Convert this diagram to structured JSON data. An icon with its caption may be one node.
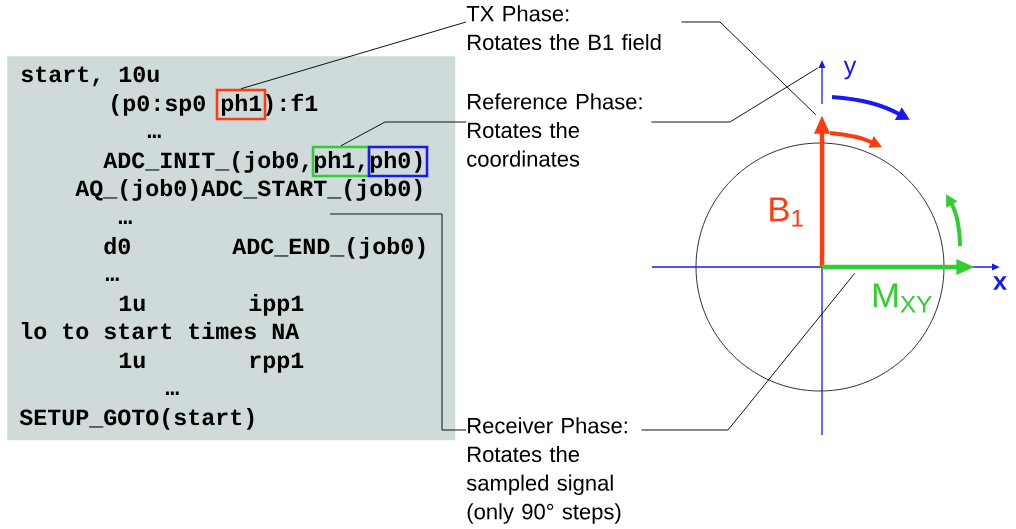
{
  "diagram": {
    "nodes": [
      {
        "text": [
          "start, 10u",
          "(p0:sp0 ph1):f1",
          "…",
          "ADC_INIT_(job0,ph1,ph0)",
          "AQ_(job0)ADC_START_(job0)",
          "…",
          "d0",
          "ADC_END_(job0)",
          "…",
          "1u",
          "ipp1",
          "lo to start times NA",
          "1u",
          "rpp1",
          "…",
          "SETUP_GOTO(start)"
        ]
      },
      {
        "text": [],
        "shape": "box",
        "in": 0
      },
      {
        "text": [],
        "shape": "box",
        "in": 0
      },
      {
        "text": [],
        "shape": "box",
        "in": 0
      },
      {
        "text": [
          "TX Phase:",
          "Rotates the B1 field"
        ]
      },
      {
        "text": [
          "Reference Phase:",
          "Rotates the coordinates"
        ]
      },
      {
        "text": [
          "Receiver Phase:",
          "Rotates the sampled signal (only 90° steps)"
        ]
      },
      {
        "text": [],
        "shape": "arrow",
        "beside": [
          "B$_{1}$"
        ]
      },
      {
        "text": [],
        "shape": "axis",
        "beside": [
          "y"
        ]
      },
      {
        "text": [],
        "shape": "arrow",
        "beside": [
          "M$_{XY}$"
        ]
      }
    ],
    "edges": [
      {
        "from": 4,
        "to": 1,
        "arrow": "none"
      },
      {
        "from": 4,
        "to": 7,
        "arrow": "none"
      },
      {
        "from": 5,
        "to": 2,
        "arrow": "none"
      },
      {
        "from": 5,
        "to": 8,
        "arrow": "none"
      },
      {
        "from": 6,
        "to": null,
        "arrow": "none"
      },
      {
        "from": 6,
        "to": 9,
        "arrow": "none"
      }
    ],
    "labels": [
      "x"
    ]
  }
}
